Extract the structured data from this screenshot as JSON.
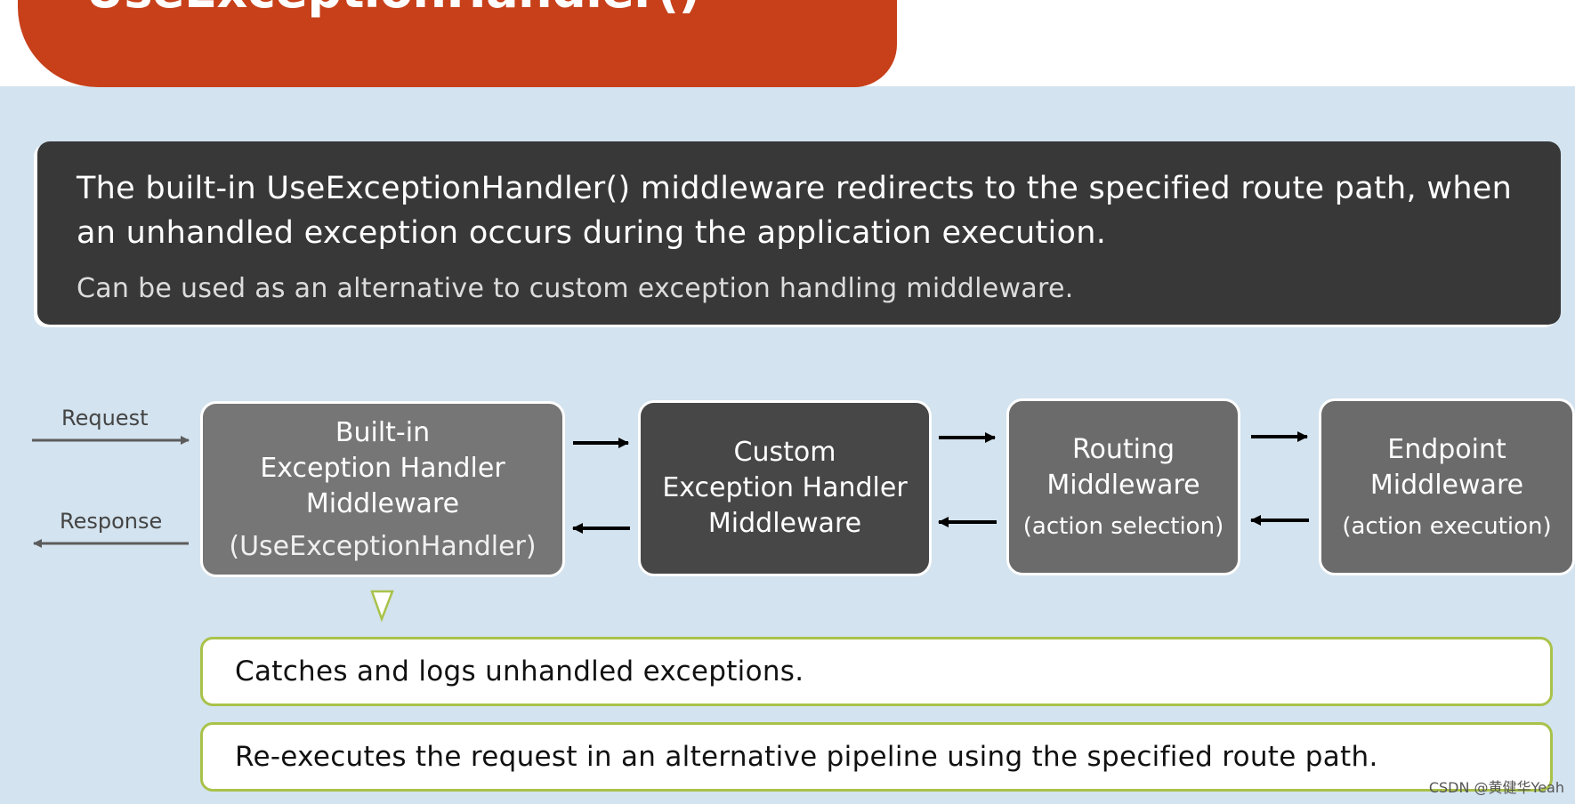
{
  "title": "UseExceptionHandler()",
  "info": {
    "main": "The built-in UseExceptionHandler() middleware redirects to the specified route path, when an unhandled exception occurs during the application execution.",
    "sub": "Can be used as an alternative to custom exception handling middleware."
  },
  "flow": {
    "request_label": "Request",
    "response_label": "Response",
    "boxes": [
      {
        "lines": [
          "Built-in",
          "Exception Handler",
          "Middleware"
        ],
        "sub": "(UseExceptionHandler)"
      },
      {
        "lines": [
          "Custom",
          "Exception Handler",
          "Middleware"
        ],
        "sub": ""
      },
      {
        "lines": [
          "Routing",
          "Middleware"
        ],
        "sub": "(action selection)"
      },
      {
        "lines": [
          "Endpoint",
          "Middleware"
        ],
        "sub": "(action execution)"
      }
    ]
  },
  "notes": [
    "Catches and logs unhandled exceptions.",
    "Re-executes the request in an alternative pipeline using the specified route path."
  ],
  "watermark": "CSDN @黄健华Yeah",
  "colors": {
    "title_bg": "#c7401a",
    "stage_bg": "#d3e3ef",
    "info_bg": "#383838",
    "note_border": "#a9c24a"
  }
}
